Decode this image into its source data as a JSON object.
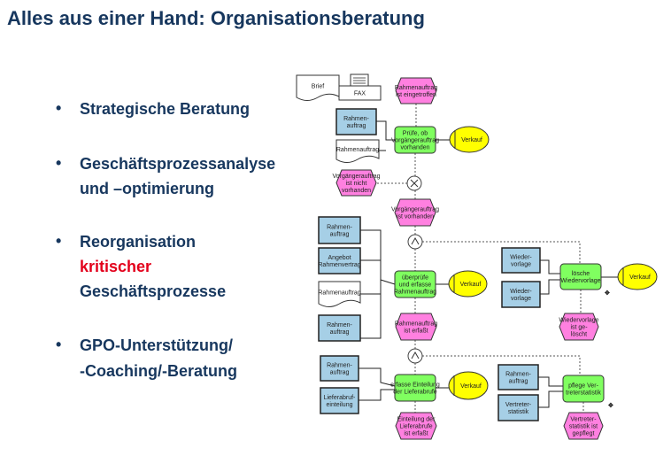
{
  "title": "Alles aus einer Hand: Organisationsberatung",
  "bullets": [
    {
      "lines": [
        "Strategische Beratung"
      ]
    },
    {
      "lines": [
        "Geschäftsprozessanalyse",
        "und –optimierung"
      ]
    },
    {
      "lines": [
        "Reorganisation",
        "kritischer",
        "Geschäftsprozesse"
      ],
      "highlight_line": 1
    },
    {
      "lines": [
        "GPO-Unterstützung/",
        "-Coaching/-Beratung"
      ]
    }
  ],
  "colors": {
    "text": "#17375e",
    "highlight": "#e3001b",
    "event": "#ff80e0",
    "function": "#80ff60",
    "org_unit": "#ffff00",
    "info_object": "#a6cfe6"
  },
  "diagram": {
    "nodes": [
      {
        "id": "brief",
        "type": "document",
        "lines": [
          "Brief"
        ]
      },
      {
        "id": "fax",
        "type": "fax",
        "lines": [
          "FAX"
        ]
      },
      {
        "id": "e1",
        "type": "event",
        "lines": [
          "Rahmenauftrag",
          "ist eingetroffen"
        ]
      },
      {
        "id": "i1",
        "type": "info",
        "lines": [
          "Rahmen-",
          "auftrag"
        ]
      },
      {
        "id": "d1",
        "type": "document",
        "lines": [
          "Rahmenauftrag"
        ]
      },
      {
        "id": "f1",
        "type": "function",
        "lines": [
          "Prüfe, ob",
          "Vorgängerauftrag",
          "vorhanden"
        ]
      },
      {
        "id": "o1",
        "type": "org",
        "lines": [
          "Verkauf"
        ]
      },
      {
        "id": "e2",
        "type": "event",
        "lines": [
          "Vorgängerauftrag",
          "ist nicht",
          "vorhanden"
        ]
      },
      {
        "id": "x1",
        "type": "xor",
        "lines": []
      },
      {
        "id": "e3",
        "type": "event",
        "lines": [
          "Vorgängerauftrag",
          "ist vorhanden"
        ]
      },
      {
        "id": "a1",
        "type": "and",
        "lines": []
      },
      {
        "id": "i2",
        "type": "info",
        "lines": [
          "Rahmen-",
          "auftrag"
        ]
      },
      {
        "id": "i3",
        "type": "info",
        "lines": [
          "Angebot",
          "Rahmenvertrag"
        ]
      },
      {
        "id": "d2",
        "type": "document",
        "lines": [
          "Rahmenauftrag"
        ]
      },
      {
        "id": "i4",
        "type": "info",
        "lines": [
          "Rahmen-",
          "auftrag"
        ]
      },
      {
        "id": "f2",
        "type": "function",
        "lines": [
          "überprüfe",
          "und erfasse",
          "Rahmenauftrag"
        ]
      },
      {
        "id": "o2",
        "type": "org",
        "lines": [
          "Verkauf"
        ]
      },
      {
        "id": "e4",
        "type": "event",
        "lines": [
          "Rahmenauftrag",
          "ist erfaßt"
        ]
      },
      {
        "id": "a2",
        "type": "and",
        "lines": []
      },
      {
        "id": "i5",
        "type": "info",
        "lines": [
          "Rahmen-",
          "auftrag"
        ]
      },
      {
        "id": "i6",
        "type": "info",
        "lines": [
          "Lieferabruf-",
          "einteilung"
        ]
      },
      {
        "id": "f3",
        "type": "function",
        "lines": [
          "erfasse Einteilung",
          "der Lieferabrufe"
        ]
      },
      {
        "id": "o3",
        "type": "org",
        "lines": [
          "Verkauf"
        ]
      },
      {
        "id": "e5",
        "type": "event",
        "lines": [
          "Einteilung der",
          "Lieferabrufe",
          "ist erfaßt"
        ]
      },
      {
        "id": "i7",
        "type": "info",
        "lines": [
          "Wieder-",
          "vorlage"
        ]
      },
      {
        "id": "i8",
        "type": "info",
        "lines": [
          "Wieder-",
          "vorlage"
        ]
      },
      {
        "id": "f4",
        "type": "function",
        "lines": [
          "lösche",
          "Wiedervorlage"
        ]
      },
      {
        "id": "o4",
        "type": "org",
        "lines": [
          "Verkauf"
        ]
      },
      {
        "id": "e6",
        "type": "event",
        "lines": [
          "Wiedervorlage",
          "ist ge-",
          "löscht"
        ]
      },
      {
        "id": "i9",
        "type": "info",
        "lines": [
          "Rahmen-",
          "auftrag"
        ]
      },
      {
        "id": "i10",
        "type": "info",
        "lines": [
          "Vertreter-",
          "statistik"
        ]
      },
      {
        "id": "f5",
        "type": "function",
        "lines": [
          "pflege Ver-",
          "treterstatistik"
        ]
      },
      {
        "id": "e7",
        "type": "event",
        "lines": [
          "Vertreter-",
          "statistik ist",
          "gepflegt"
        ]
      }
    ]
  }
}
